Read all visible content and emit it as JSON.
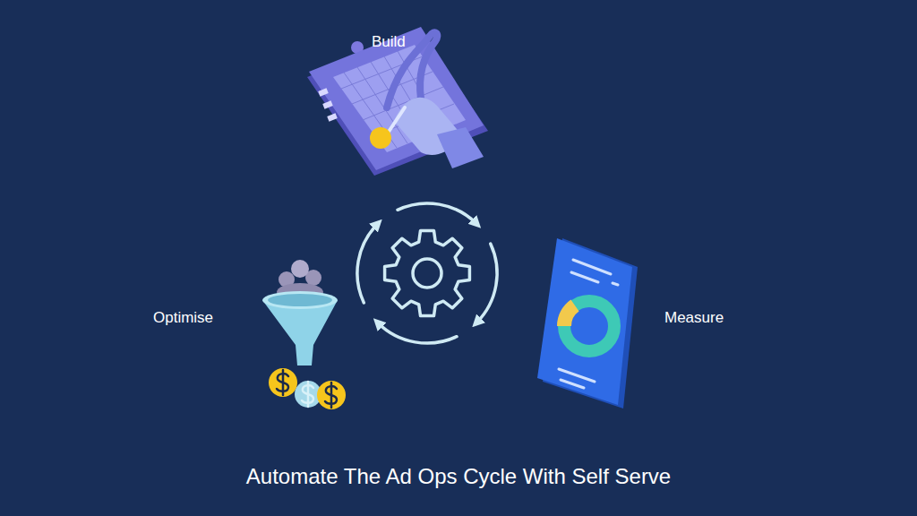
{
  "diagram": {
    "title": "Automate The Ad Ops Cycle With Self Serve",
    "labels": [
      "Build",
      "Optimise",
      "Measure"
    ]
  }
}
